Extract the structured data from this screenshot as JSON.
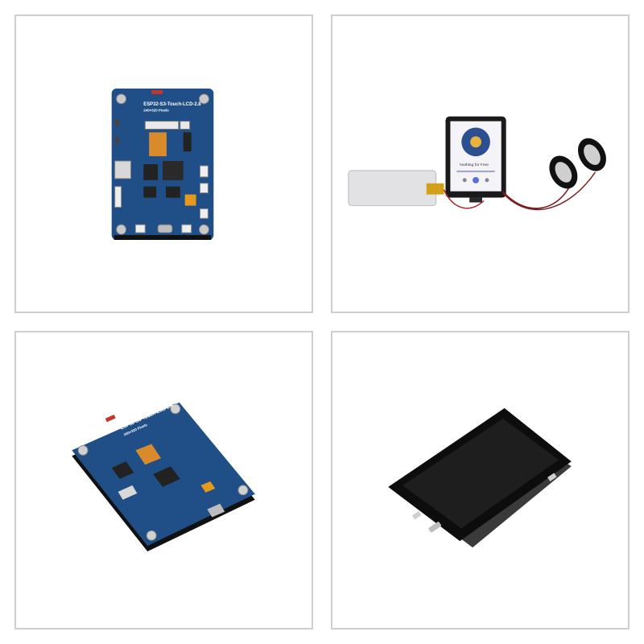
{
  "gallery": {
    "tiles": [
      {
        "id": "board-top-view",
        "silkscreen_title": "ESP32-S3-Touch-LCD-2.8",
        "silkscreen_sub": "240×320 Pixels"
      },
      {
        "id": "display-with-battery-and-speakers",
        "screen_track": "Nothing for Free",
        "screen_sub": "..."
      },
      {
        "id": "board-angled-view",
        "silkscreen_title": "ESP32-S3-Touch-LCD-2.8",
        "silkscreen_sub": "240×320 Pixels"
      },
      {
        "id": "screen-front-angled-view"
      }
    ]
  },
  "colors": {
    "pcb_blue": "#1f4f86",
    "pcb_dark": "#163a66",
    "screen_black": "#0d0d0d",
    "tile_border": "#cfcfcf"
  }
}
